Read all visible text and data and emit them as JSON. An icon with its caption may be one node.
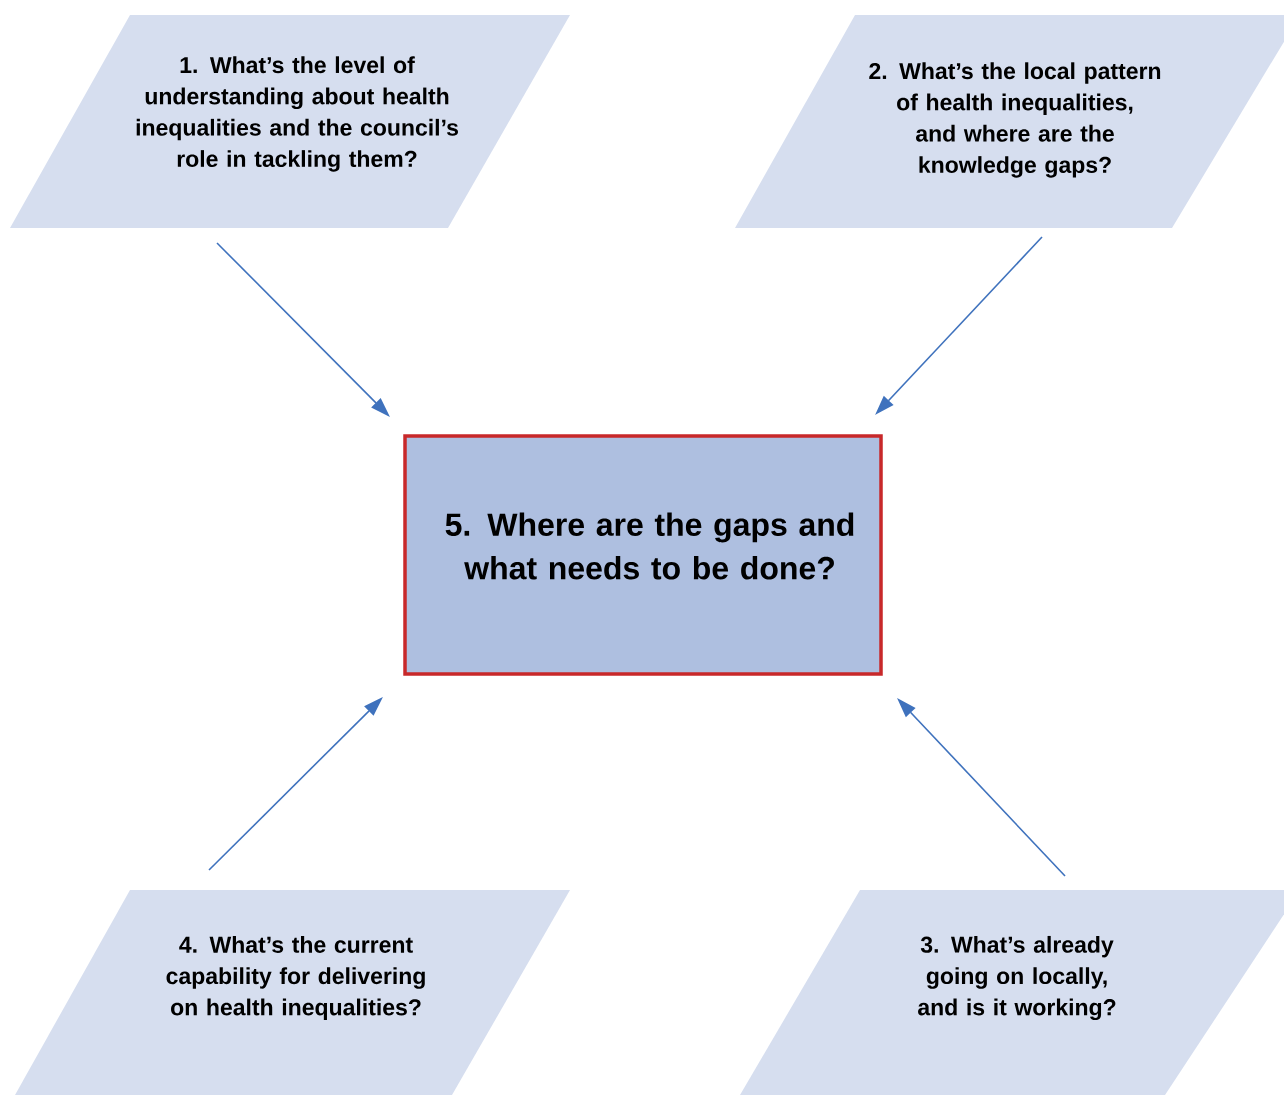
{
  "diagram": {
    "nodes": [
      {
        "text": [
          "1.  What’s the level of understanding about health inequalities and the council’s role in tackling them?"
        ]
      },
      {
        "text": [
          "2. What’s the local pattern of health inequalities, and where are the knowledge gaps?"
        ]
      },
      {
        "text": [
          "5. Where are the gaps and what needs to be done?"
        ]
      },
      {
        "text": [
          "4. What’s the current capability for delivering on health inequalities?"
        ]
      },
      {
        "text": [
          "3. What’s already going on locally, and is it working?"
        ]
      }
    ],
    "edges": [
      {
        "from": 0,
        "to": 2,
        "arrow": "to"
      },
      {
        "from": 1,
        "to": 2,
        "arrow": "to"
      },
      {
        "from": 3,
        "to": 2,
        "arrow": "to"
      },
      {
        "from": 4,
        "to": 2,
        "arrow": "to"
      }
    ]
  }
}
